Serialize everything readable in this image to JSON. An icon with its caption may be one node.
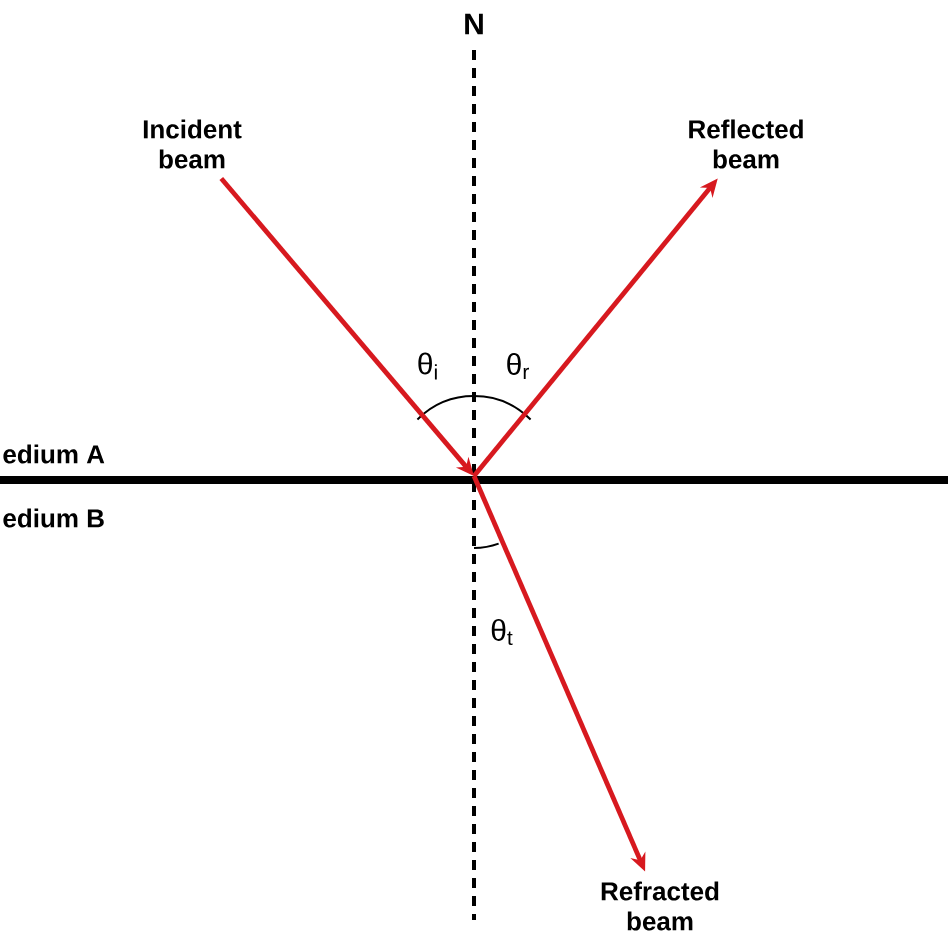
{
  "diagram": {
    "nodes": [
      {
        "text": [
          "Incident beam"
        ]
      },
      {
        "text": [
          "Reflected beam"
        ]
      },
      {
        "text": [
          "Refracted beam"
        ]
      }
    ],
    "edges": [
      {
        "from": 0,
        "to": null,
        "arrow": "to"
      },
      {
        "from": null,
        "to": 1,
        "arrow": "to"
      },
      {
        "from": null,
        "to": 2,
        "arrow": "to"
      }
    ],
    "labels": [
      "N",
      "edium A",
      "edium B",
      "θ$_{i}$",
      "θ$_{r}$",
      "θ$_{t}$"
    ]
  }
}
